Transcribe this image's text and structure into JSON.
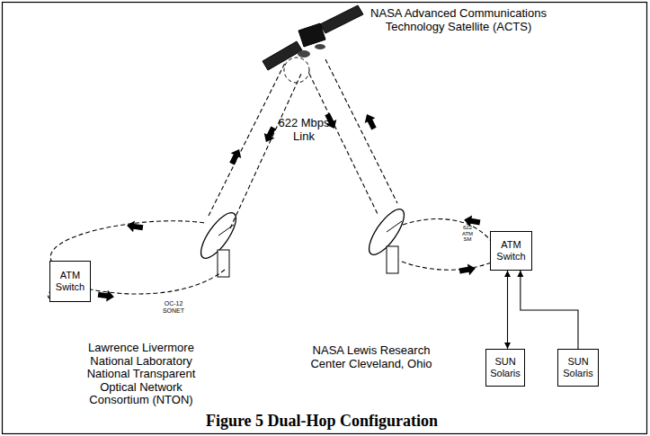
{
  "diagram": {
    "caption": "Figure 5 Dual-Hop Configuration",
    "nodes": [
      {
        "text": [
          "ATM Switch"
        ]
      },
      {
        "text": [
          "ATM Switch"
        ]
      },
      {
        "text": [
          "SUN Solaris"
        ]
      },
      {
        "text": [
          "SUN Solaris"
        ]
      }
    ],
    "edges": [
      {
        "from": 1,
        "to": 2,
        "arrow": "both"
      },
      {
        "from": 3,
        "to": 1,
        "arrow": "to"
      }
    ],
    "labels": [
      "NASA Advanced Communications Technology Satellite (ACTS)",
      "622 Mbps Link",
      "OC-12 SONET",
      "622 ATM SM",
      "Lawrence Livermore National Laboratory National Transparent Optical Network Consortium (NTON)",
      "NASA Lewis Research Center Cleveland, Ohio"
    ]
  }
}
